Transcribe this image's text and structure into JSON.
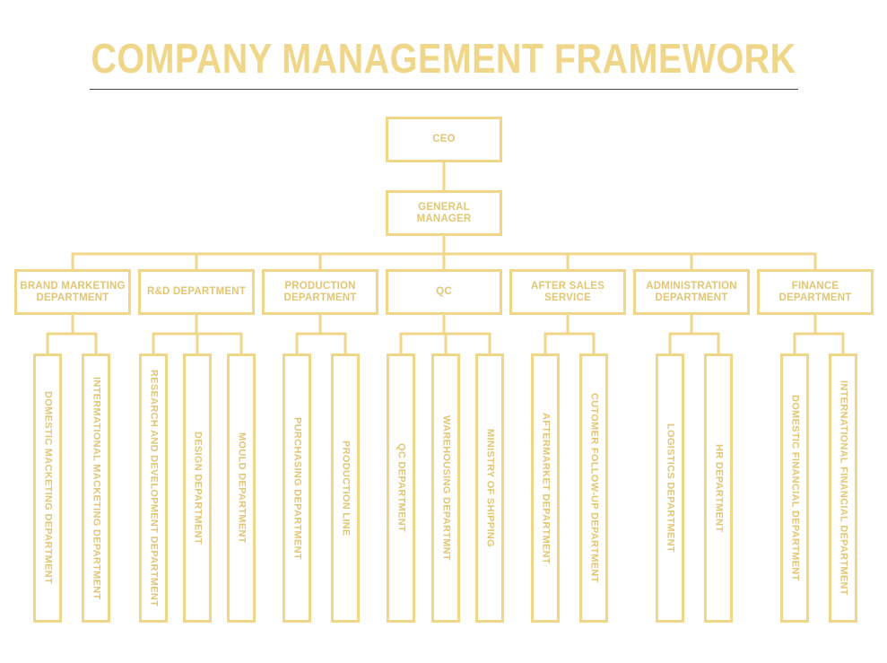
{
  "title": "COMPANY MANAGEMENT FRAMEWORK",
  "ceo": "CEO",
  "general_manager": "GENERAL\nMANAGER",
  "departments": [
    {
      "label": "BRAND MARKETING\nDEPARTMENT",
      "subs": [
        "DOMESTIC MACKETING DEPARTMENT",
        "INTERMATIONAL MACKETING DEPARTMENT"
      ]
    },
    {
      "label": "R&D DEPARTMENT",
      "subs": [
        "RESEARCH AND DEVELOPMENT DEPARTMENT",
        "DESIGN DEPARTMENT",
        "MOULD DEPARTMENT"
      ]
    },
    {
      "label": "PRODUCTION\nDEPARTMENT",
      "subs": [
        "PURCHASING DEPARTMENT",
        "PRODUCTION LINE"
      ]
    },
    {
      "label": "QC",
      "subs": [
        "QC DEPARTMENT",
        "WAREHOUSING DEPARTMNT",
        "MINISTRY OF SHIPPING"
      ]
    },
    {
      "label": "AFTER SALES\nSERVICE",
      "subs": [
        "AFTERMARKET DEPARTMENT",
        "CUTOMER FOLLOW-UP DEPARTMENT"
      ]
    },
    {
      "label": "ADMINISTRATION\nDEPARTMENT",
      "subs": [
        "LOGISTICS DEPARTMENT",
        "HR DEPARTMENT"
      ]
    },
    {
      "label": "FINANCE\nDEPARTMENT",
      "subs": [
        "DOMESTIC FINANCIAL DEPARTMENT",
        "INTERNATIONAL FINANCIAL DEPARTMENT"
      ]
    }
  ],
  "colors": {
    "accent": "#f0d688",
    "text": "#e2c674",
    "rule": "#444444"
  }
}
